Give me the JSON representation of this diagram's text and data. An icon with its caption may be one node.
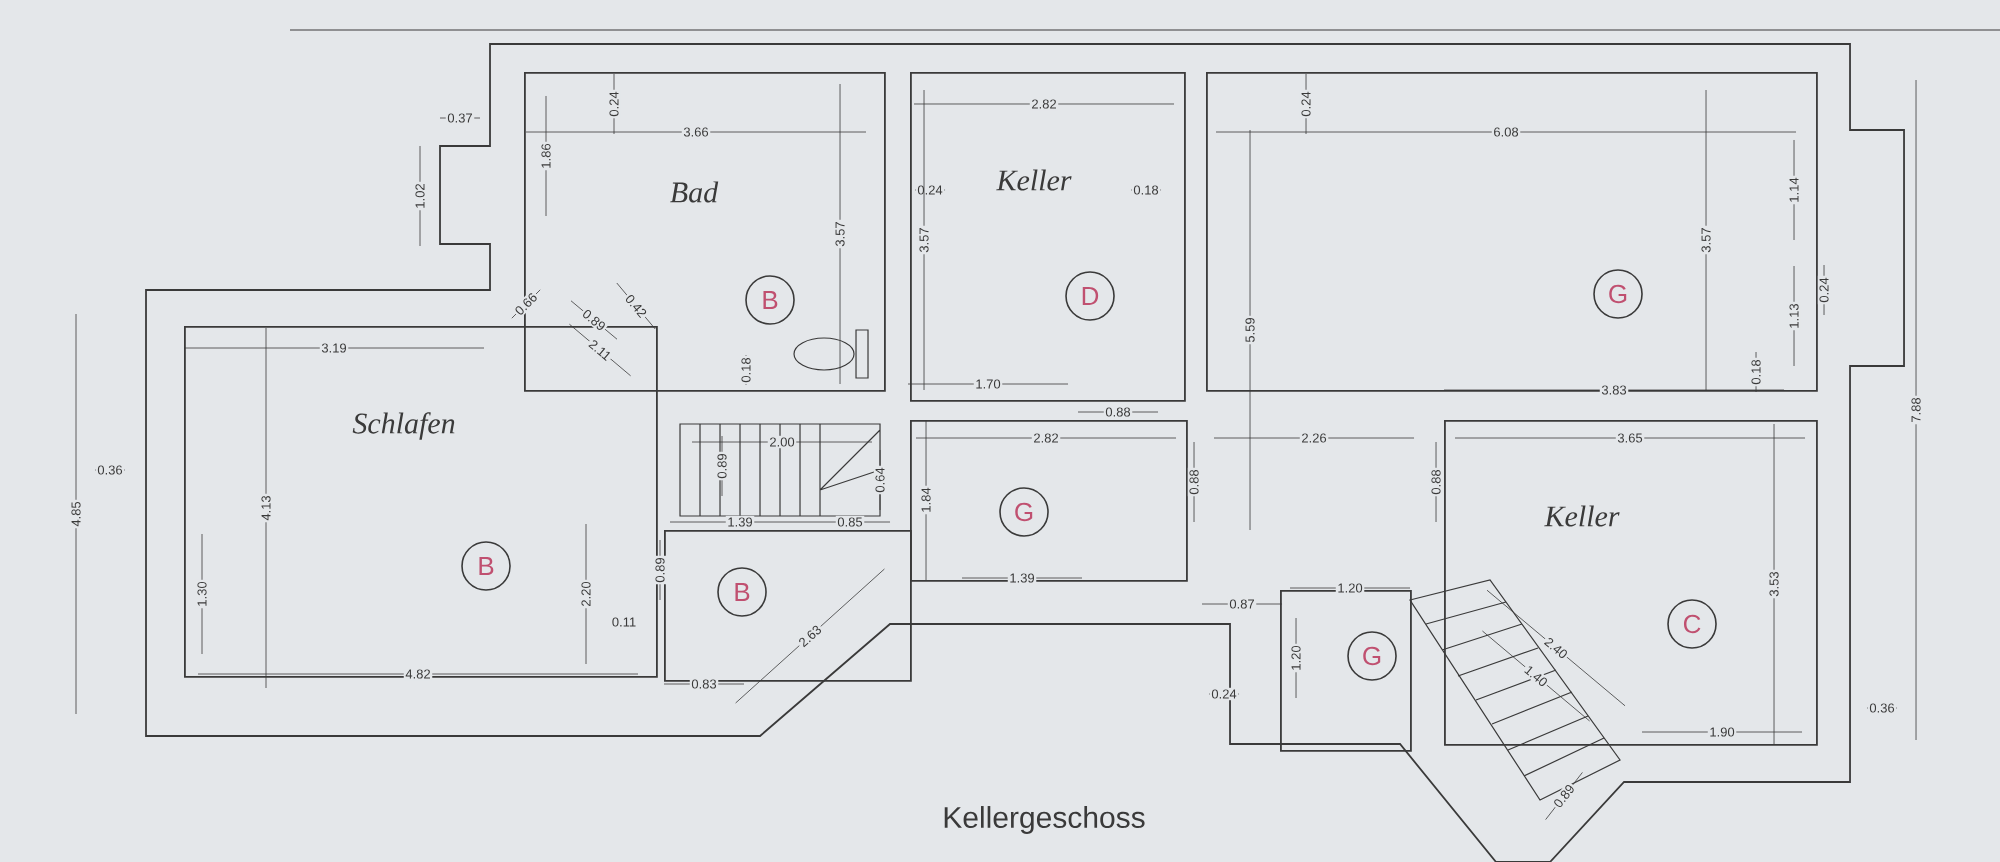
{
  "diagram": {
    "caption": "Kellergeschoss",
    "nodes": [
      {
        "text": [
          "Schlafen"
        ]
      },
      {
        "text": [
          "B"
        ],
        "in": 0
      },
      {
        "text": [
          "Bad"
        ]
      },
      {
        "text": [
          "B"
        ],
        "in": 2
      },
      {
        "text": [
          "Keller"
        ]
      },
      {
        "text": [
          "D"
        ],
        "in": 4
      },
      {
        "text": [],
        "shape": "box"
      },
      {
        "text": [
          "G"
        ],
        "in": 6
      },
      {
        "text": [],
        "shape": "box"
      },
      {
        "text": [
          "B"
        ],
        "in": 8
      },
      {
        "text": [],
        "shape": "box"
      },
      {
        "text": [
          "G"
        ],
        "in": 10
      },
      {
        "text": [
          "Keller"
        ]
      },
      {
        "text": [
          "C"
        ],
        "in": 12
      },
      {
        "text": [],
        "shape": "box"
      },
      {
        "text": [
          "G"
        ],
        "in": 14
      }
    ],
    "labels": [
      "0.37",
      "0.24",
      "1.86",
      "3.66",
      "1.02",
      "2.82",
      "0.24",
      "0.18",
      "3.57",
      "3.57",
      "0.24",
      "6.08",
      "1.14",
      "3.57",
      "0.24",
      "1.13",
      "0.66",
      "0.42",
      "0.89",
      "2.11",
      "5.59",
      "3.19",
      "0.18",
      "1.70",
      "3.83",
      "0.18",
      "7.88",
      "0.88",
      "2.00",
      "2.82",
      "2.26",
      "3.65",
      "0.36",
      "0.89",
      "0.64",
      "4.85",
      "4.13",
      "1.84",
      "0.88",
      "0.88",
      "1.39",
      "0.85",
      "1.30",
      "2.20",
      "0.89",
      "1.39",
      "0.87",
      "1.20",
      "3.53",
      "0.11",
      "2.63",
      "2.40",
      "1.40",
      "4.82",
      "0.83",
      "1.20",
      "0.24",
      "0.36",
      "1.90",
      "0.89"
    ]
  }
}
